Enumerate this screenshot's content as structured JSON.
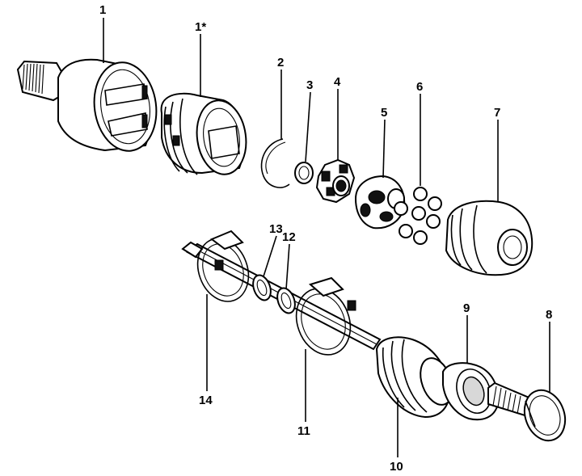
{
  "diagram": {
    "callouts": [
      {
        "id": "c1",
        "text": "1"
      },
      {
        "id": "c1s",
        "text": "1*"
      },
      {
        "id": "c2",
        "text": "2"
      },
      {
        "id": "c3",
        "text": "3"
      },
      {
        "id": "c4",
        "text": "4"
      },
      {
        "id": "c5",
        "text": "5"
      },
      {
        "id": "c6",
        "text": "6"
      },
      {
        "id": "c7",
        "text": "7"
      },
      {
        "id": "c8",
        "text": "8"
      },
      {
        "id": "c9",
        "text": "9"
      },
      {
        "id": "c10",
        "text": "10"
      },
      {
        "id": "c11",
        "text": "11"
      },
      {
        "id": "c12",
        "text": "12"
      },
      {
        "id": "c13",
        "text": "13"
      },
      {
        "id": "c14",
        "text": "14"
      }
    ]
  }
}
